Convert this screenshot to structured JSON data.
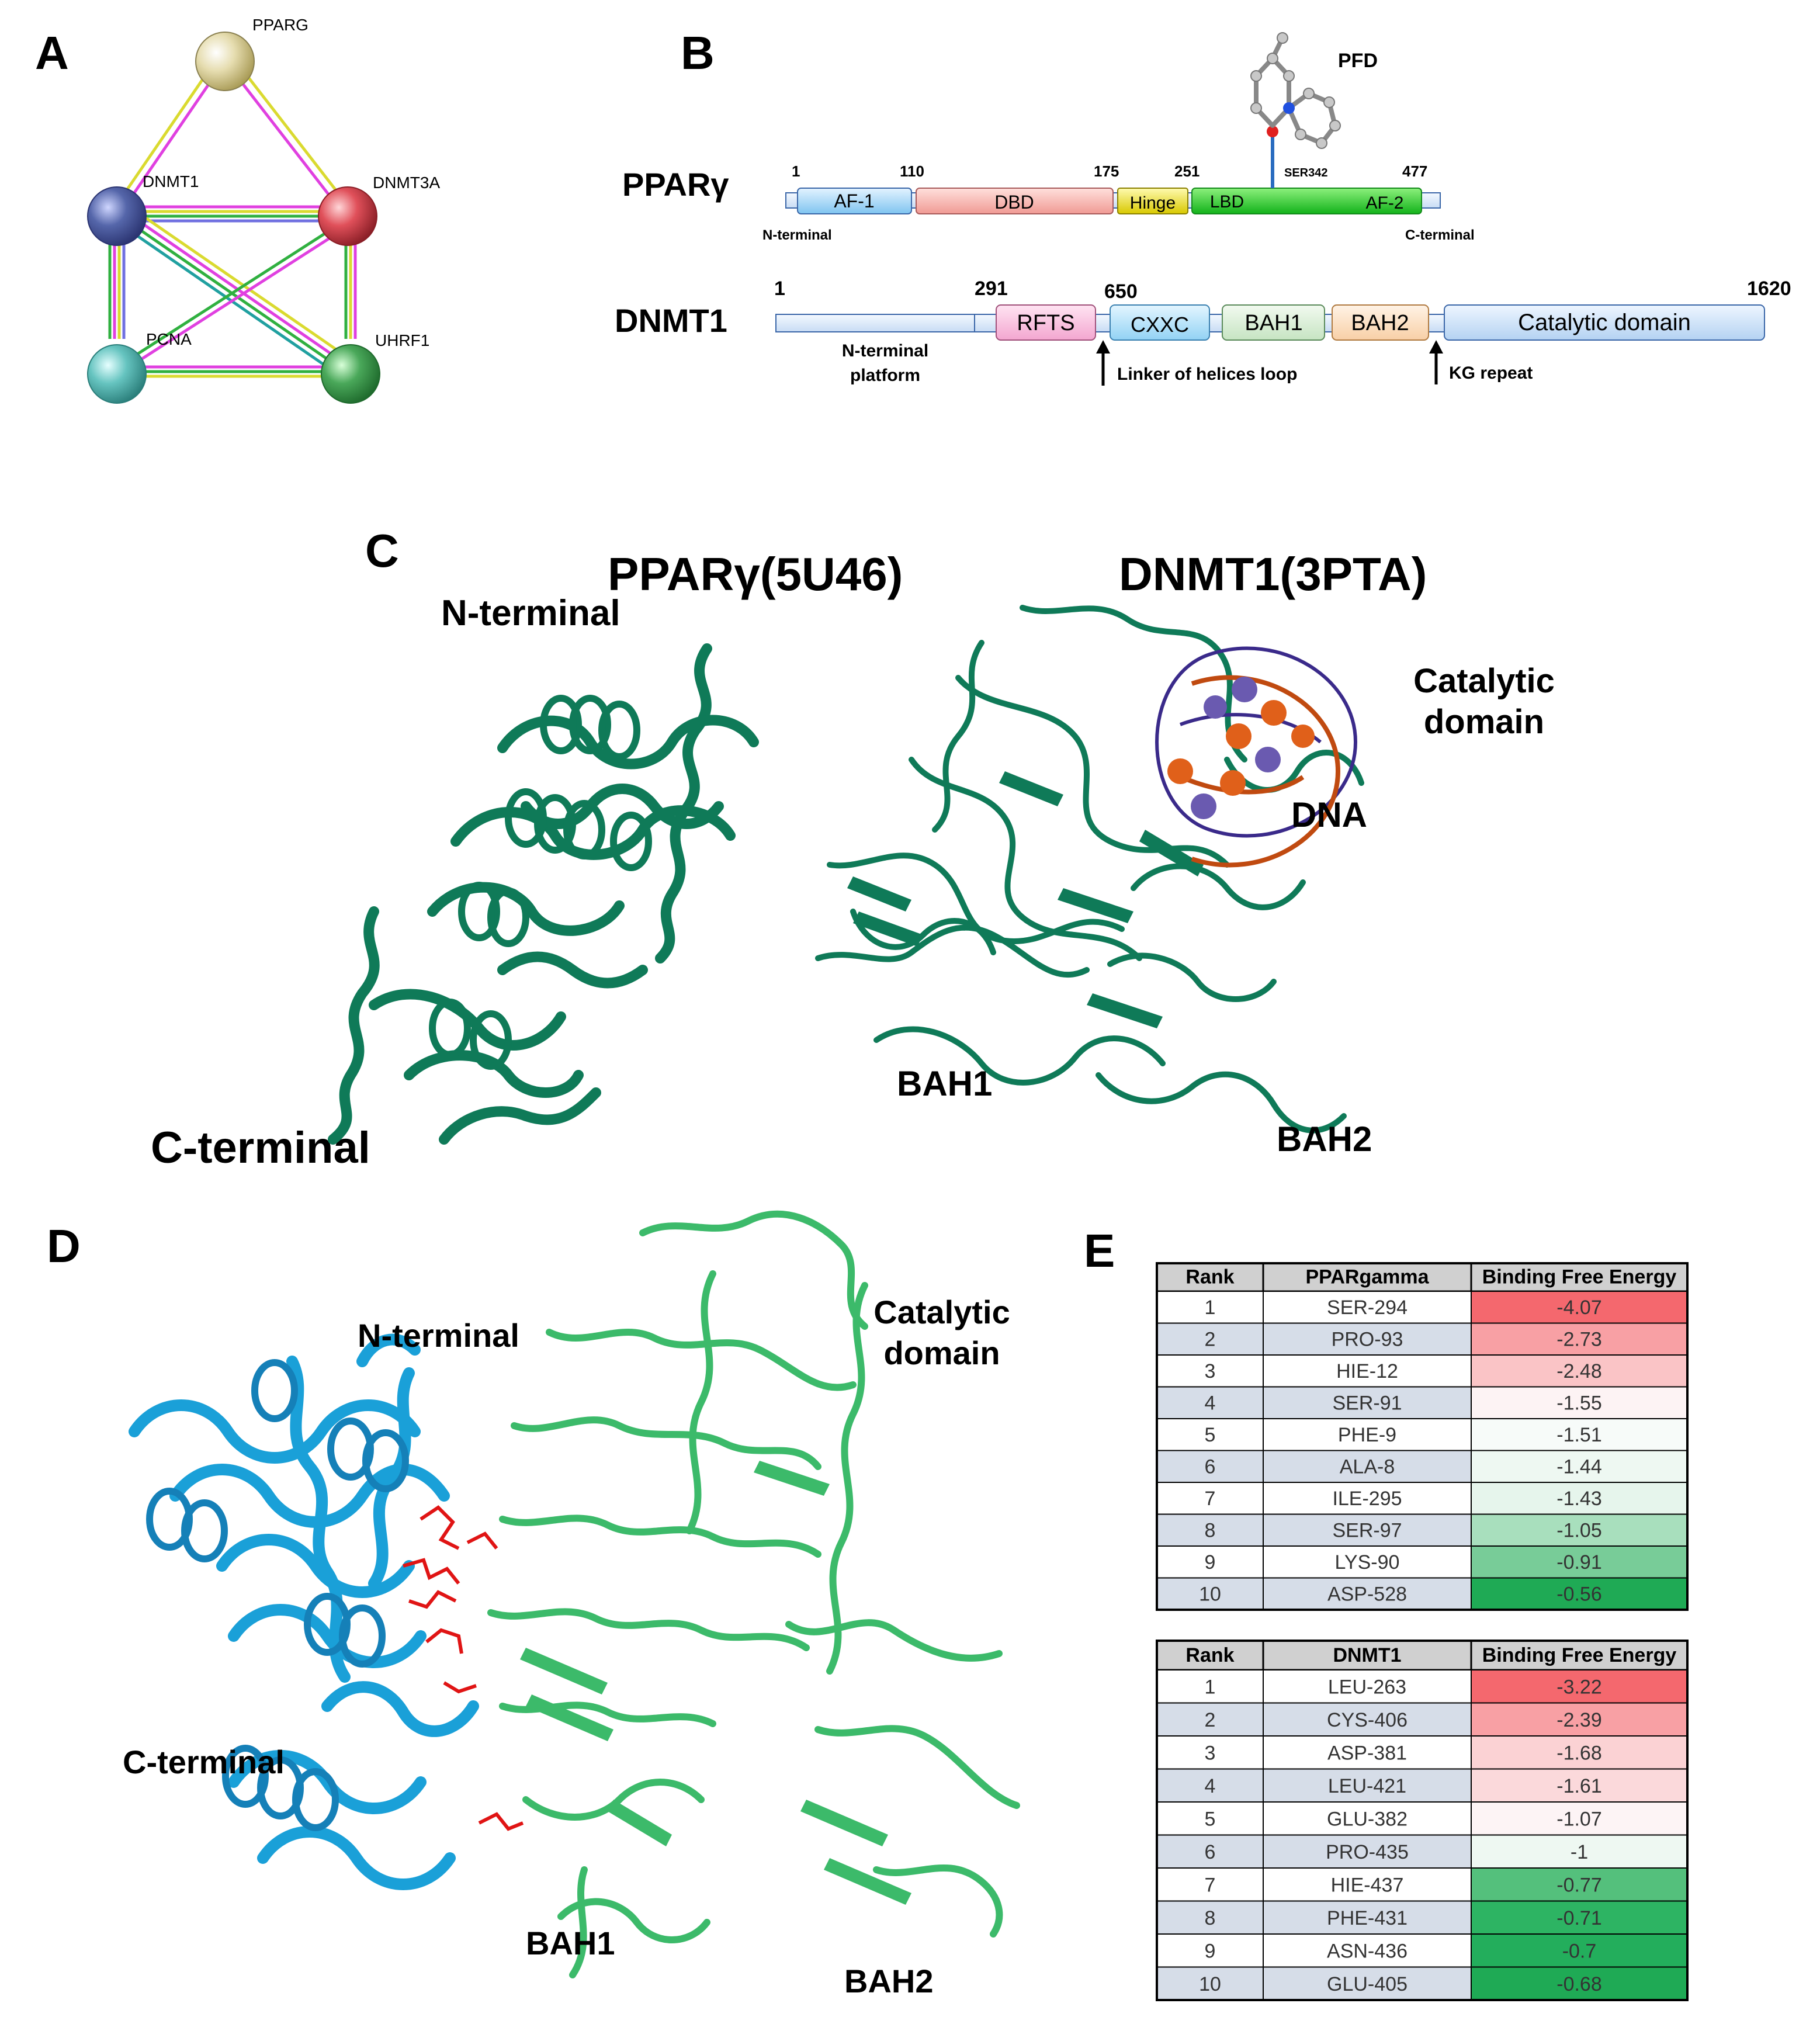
{
  "panels": {
    "A": {
      "letter": "A",
      "nodes": [
        {
          "id": "PPARG",
          "label": "PPARG",
          "color": "#d8d09a"
        },
        {
          "id": "DNMT1",
          "label": "DNMT1",
          "color": "#5566aa"
        },
        {
          "id": "DNMT3A",
          "label": "DNMT3A",
          "color": "#e0505a"
        },
        {
          "id": "PCNA",
          "label": "PCNA",
          "color": "#66c4c0"
        },
        {
          "id": "UHRF1",
          "label": "UHRF1",
          "color": "#4aa85a"
        }
      ]
    },
    "B": {
      "letter": "B",
      "ppar": {
        "name": "PPARγ",
        "positions": [
          "1",
          "110",
          "175",
          "251",
          "477"
        ],
        "domains": [
          "AF-1",
          "DBD",
          "Hinge",
          "LBD",
          "AF-2"
        ],
        "n_term": "N-terminal",
        "c_term": "C-terminal",
        "ligand": "PFD",
        "site": "SER342"
      },
      "dnmt1": {
        "name": "DNMT1",
        "positions": [
          "1",
          "291",
          "650",
          "1620"
        ],
        "domains": [
          "RFTS",
          "CXXC",
          "BAH1",
          "BAH2",
          "Catalytic domain"
        ],
        "platform": "N-terminal\nplatform",
        "linker": "Linker of helices loop",
        "kg": "KG repeat"
      }
    },
    "C": {
      "letter": "C",
      "title_left": "PPARγ(5U46)",
      "title_right": "DNMT1(3PTA)",
      "n_terminal": "N-terminal",
      "c_terminal": "C-terminal",
      "catalytic": "Catalytic\ndomain",
      "dna": "DNA",
      "bah1": "BAH1",
      "bah2": "BAH2"
    },
    "D": {
      "letter": "D",
      "n_terminal": "N-terminal",
      "c_terminal": "C-terminal",
      "catalytic": "Catalytic\ndomain",
      "bah1": "BAH1",
      "bah2": "BAH2"
    },
    "E": {
      "letter": "E",
      "tables": [
        {
          "headers": [
            "Rank",
            "PPARgamma",
            "Binding Free Energy"
          ],
          "rows": [
            [
              "1",
              "SER-294",
              "-4.07"
            ],
            [
              "2",
              "PRO-93",
              "-2.73"
            ],
            [
              "3",
              "HIE-12",
              "-2.48"
            ],
            [
              "4",
              "SER-91",
              "-1.55"
            ],
            [
              "5",
              "PHE-9",
              "-1.51"
            ],
            [
              "6",
              "ALA-8",
              "-1.44"
            ],
            [
              "7",
              "ILE-295",
              "-1.43"
            ],
            [
              "8",
              "SER-97",
              "-1.05"
            ],
            [
              "9",
              "LYS-90",
              "-0.91"
            ],
            [
              "10",
              "ASP-528",
              "-0.56"
            ]
          ],
          "energy_colors": [
            "#f4686e",
            "#f8a0a4",
            "#fac4c6",
            "#fdf3f4",
            "#f7fbf9",
            "#eef8f2",
            "#e6f5ec",
            "#a8dfbd",
            "#78cc98",
            "#1faa55"
          ]
        },
        {
          "headers": [
            "Rank",
            "DNMT1",
            "Binding Free Energy"
          ],
          "rows": [
            [
              "1",
              "LEU-263",
              "-3.22"
            ],
            [
              "2",
              "CYS-406",
              "-2.39"
            ],
            [
              "3",
              "ASP-381",
              "-1.68"
            ],
            [
              "4",
              "LEU-421",
              "-1.61"
            ],
            [
              "5",
              "GLU-382",
              "-1.07"
            ],
            [
              "6",
              "PRO-435",
              "-1"
            ],
            [
              "7",
              "HIE-437",
              "-0.77"
            ],
            [
              "8",
              "PHE-431",
              "-0.71"
            ],
            [
              "9",
              "ASN-436",
              "-0.7"
            ],
            [
              "10",
              "GLU-405",
              "-0.68"
            ]
          ],
          "energy_colors": [
            "#f4686e",
            "#f8a0a4",
            "#fbd2d4",
            "#fbd9db",
            "#fdf4f5",
            "#eef8f2",
            "#54c07c",
            "#2db463",
            "#23ae5c",
            "#1faa55"
          ]
        }
      ]
    }
  }
}
